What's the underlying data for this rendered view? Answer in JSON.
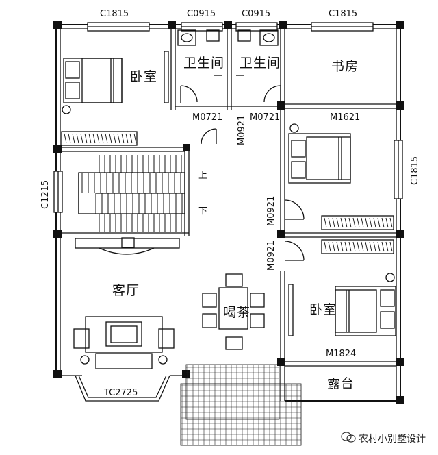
{
  "rooms": {
    "bedroom_nw": "卧室",
    "bath_left": "卫生间",
    "bath_right": "卫生间",
    "study": "书房",
    "living": "客厅",
    "tea": "喝茶",
    "bedroom_se": "卧室",
    "terrace": "露台"
  },
  "stairs": {
    "up": "上",
    "down": "下"
  },
  "windows": {
    "top_left": "C1815",
    "top_bath_left": "C0915",
    "top_bath_right": "C0915",
    "top_right": "C1815",
    "left_stair": "C1215",
    "right_bedroom": "C1815",
    "bay": "TC2725"
  },
  "doors": {
    "bath_left": "M0721",
    "bath_right": "M0721",
    "bedroom_nw": "M0921",
    "study": "M1621",
    "bedroom_e": "M0921",
    "bedroom_se": "M0921",
    "terrace": "M1824"
  },
  "watermark": "农村小别墅设计"
}
